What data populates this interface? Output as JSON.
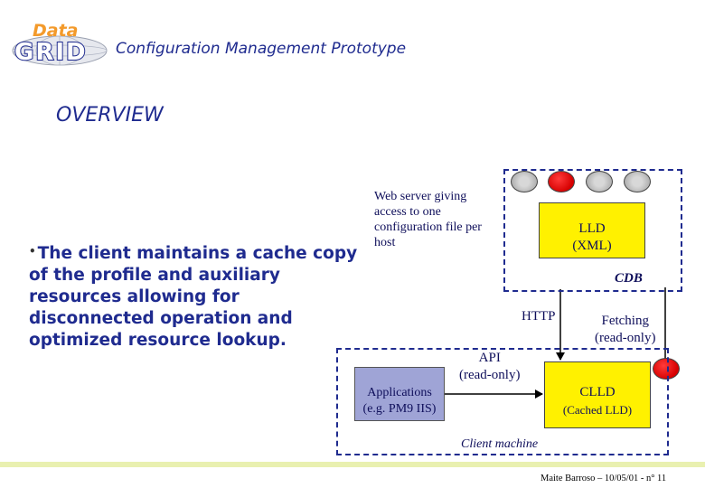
{
  "header": {
    "logo_word1": "Data",
    "logo_word2": "GRID",
    "title": "Configuration Management Prototype"
  },
  "section_title": "OVERVIEW",
  "bullet": {
    "marker": "•",
    "text": "The client maintains a cache copy of the profile and auxiliary resources allowing for disconnected operation and optimized resource lookup."
  },
  "diagram": {
    "web_server_note": "Web server giving access to one configuration file per host",
    "lld_line1": "LLD",
    "lld_line2": "(XML)",
    "cdb_label": "CDB",
    "http_label": "HTTP",
    "fetching_line1": "Fetching",
    "fetching_line2": "(read-only)",
    "api_line1": "API",
    "api_line2": "(read-only)",
    "applications_line1": "Applications",
    "applications_line2": "(e.g. PM9 IIS)",
    "clld_line1": "CLLD",
    "clld_line2": "(Cached LLD)",
    "client_label": "Client machine",
    "colors": {
      "store": "#fff100",
      "apps": "#9fa4d6",
      "node_red": "#e00000",
      "node_gray": "#a8a8a8",
      "border": "#1f2b8f"
    }
  },
  "footer": "Maite Barroso – 10/05/01 - n° 11"
}
